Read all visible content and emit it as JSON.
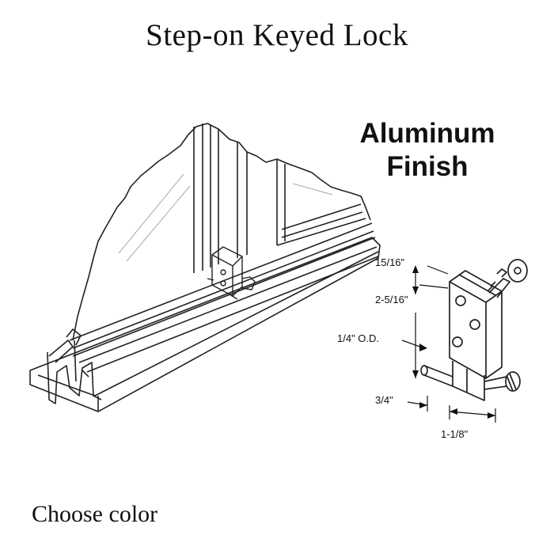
{
  "title": "Step-on Keyed Lock",
  "finish": {
    "line1": "Aluminum",
    "line2": "Finish"
  },
  "dimensions": {
    "d1": "15/16\"",
    "d2": "2-5/16\"",
    "d3": "1/4\" O.D.",
    "d4": "3/4\"",
    "d5": "1-1/8\""
  },
  "footer": {
    "choose_color": "Choose color"
  },
  "colors": {
    "ink": "#111111",
    "background": "#ffffff"
  }
}
